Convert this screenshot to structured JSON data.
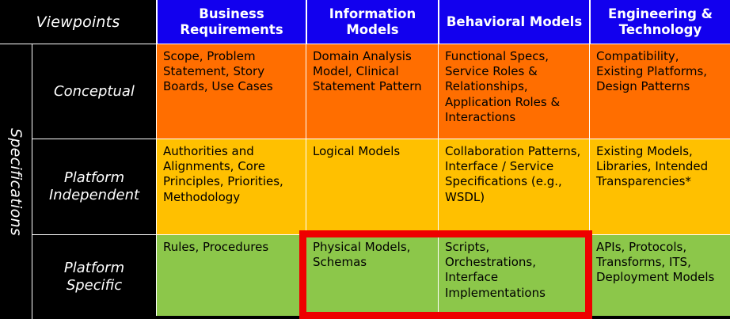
{
  "matrix": {
    "corner_header": "Viewpoints",
    "row_group_label": "Specifications",
    "columns": [
      "Business Requirements",
      "Information Models",
      "Behavioral Models",
      "Engineering & Technology"
    ],
    "rows": [
      {
        "label": "Conceptual",
        "tone": "orange",
        "cells": [
          "Scope, Problem Statement, Story Boards, Use Cases",
          "Domain Analysis Model, Clinical Statement Pattern",
          "Functional Specs, Service Roles & Relationships, Application Roles & Interactions",
          "Compatibility, Existing Platforms, Design Patterns"
        ]
      },
      {
        "label": "Platform Independent",
        "tone": "gold",
        "cells": [
          "Authorities and Alignments,  Core Principles, Priorities, Methodology",
          "Logical Models",
          "Collaboration Patterns, Interface / Service Specifications (e.g., WSDL)",
          "Existing Models, Libraries, Intended Transparencies*"
        ]
      },
      {
        "label": "Platform Specific",
        "tone": "green",
        "cells": [
          "Rules, Procedures",
          "Physical Models, Schemas",
          "Scripts, Orchestrations, Interface Implementations",
          "APIs, Protocols, Transforms, ITS, Deployment Models"
        ]
      }
    ],
    "highlight": {
      "name": "red-emphasis-box",
      "spans_columns": [
        "Information Models",
        "Behavioral Models"
      ],
      "spans_row": "Platform Specific",
      "color": "#ee0000"
    },
    "colors": {
      "header_blue": "#1200ee",
      "frame_black": "#000000",
      "row_conceptual": "#ff6e00",
      "row_platform_independent": "#ffc000",
      "row_platform_specific": "#8cc74a",
      "highlight_red": "#ee0000",
      "grid_white": "#ffffff"
    }
  }
}
